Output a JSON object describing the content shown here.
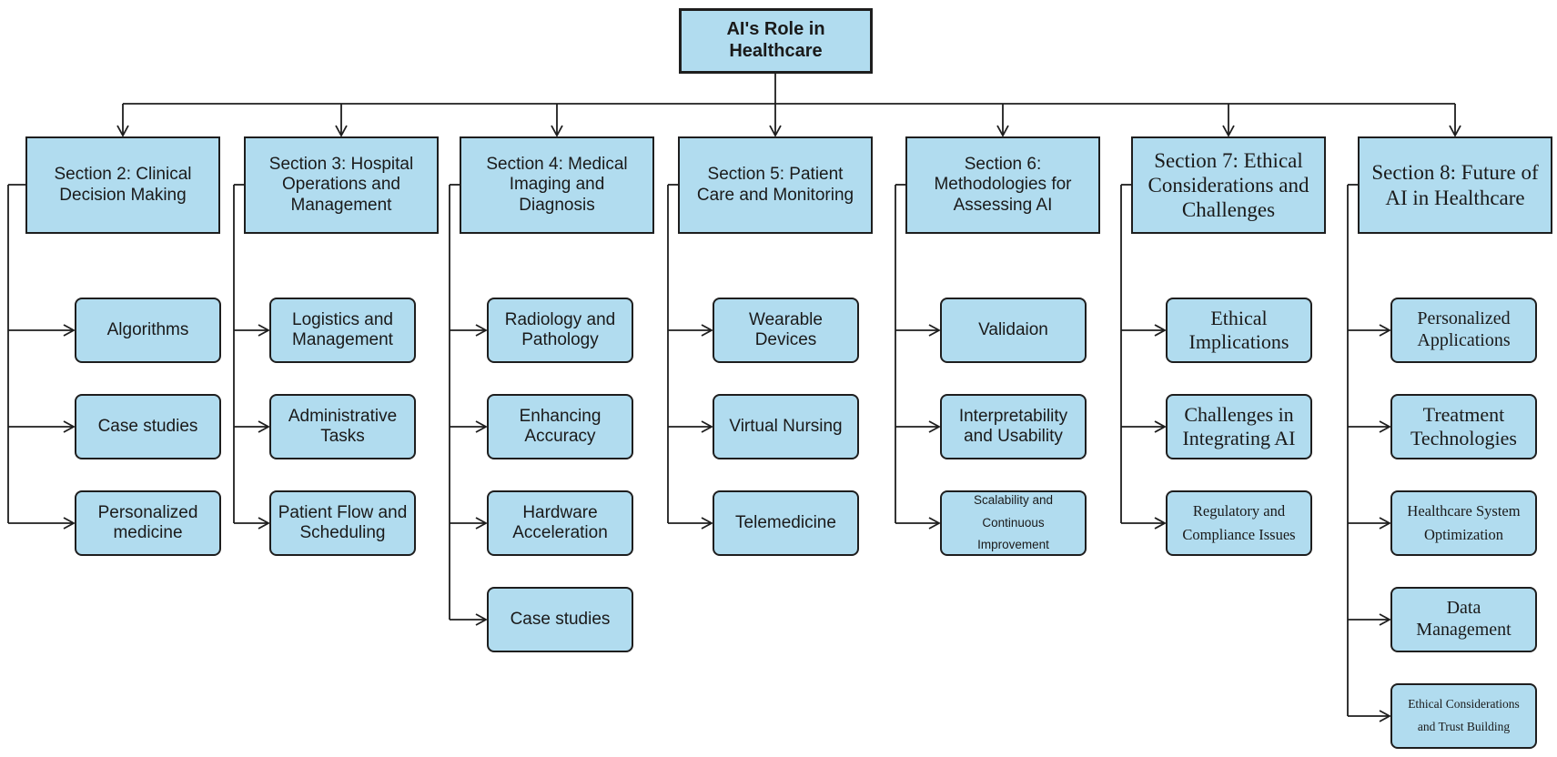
{
  "root": {
    "label": "AI's Role in\nHealthcare"
  },
  "sections": [
    {
      "label": "Section 2: Clinical\nDecision Making",
      "children": [
        "Algorithms",
        "Case studies",
        "Personalized\nmedicine"
      ]
    },
    {
      "label": "Section 3: Hospital\nOperations and\nManagement",
      "children": [
        "Logistics and\nManagement",
        "Administrative\nTasks",
        "Patient Flow and\nScheduling"
      ]
    },
    {
      "label": "Section 4: Medical\nImaging and\nDiagnosis",
      "children": [
        "Radiology and\nPathology",
        "Enhancing\nAccuracy",
        "Hardware\nAcceleration",
        "Case studies"
      ]
    },
    {
      "label": "Section 5: Patient\nCare and Monitoring",
      "children": [
        "Wearable\nDevices",
        "Virtual Nursing",
        "Telemedicine"
      ]
    },
    {
      "label": "Section 6:\nMethodologies for\nAssessing AI",
      "children": [
        "Validaion",
        "Interpretability\nand Usability",
        "Scalability and\nContinuous\nImprovement"
      ]
    },
    {
      "label": "Section 7: Ethical\nConsiderations and\nChallenges",
      "children": [
        "Ethical\nImplications",
        "Challenges in\nIntegrating AI",
        "Regulatory and\nCompliance Issues"
      ]
    },
    {
      "label": "Section 8: Future of\nAI in Healthcare",
      "children": [
        "Personalized\nApplications",
        "Treatment\nTechnologies",
        "Healthcare System\nOptimization",
        "Data\nManagement",
        "Ethical Considerations\nand Trust Building"
      ]
    }
  ],
  "colors": {
    "box_fill": "#b1dcef",
    "line": "#1e1e1e"
  }
}
